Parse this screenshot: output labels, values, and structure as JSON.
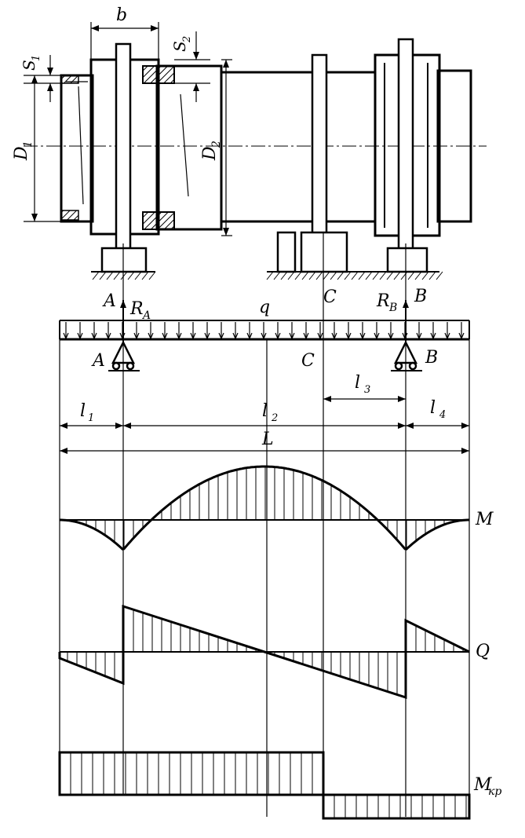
{
  "labels": {
    "b": "b",
    "s1": "S",
    "s1_sub": "1",
    "s2": "S",
    "s2_sub": "2",
    "d1": "D",
    "d1_sub": "1",
    "d2": "D",
    "d2_sub": "2",
    "support_a": "A",
    "support_c": "C",
    "support_b": "B",
    "ra": "R",
    "ra_sub": "A",
    "rb": "R",
    "rb_sub": "B",
    "q": "q",
    "beam_a": "A",
    "beam_c": "C",
    "beam_b": "B",
    "l1": "l",
    "l1_sub": "1",
    "l2": "l",
    "l2_sub": "2",
    "l3": "l",
    "l3_sub": "3",
    "l4": "l",
    "l4_sub": "4",
    "L": "L",
    "M": "M",
    "Q": "Q",
    "Mkr": "M",
    "Mkr_sub": "кр"
  }
}
